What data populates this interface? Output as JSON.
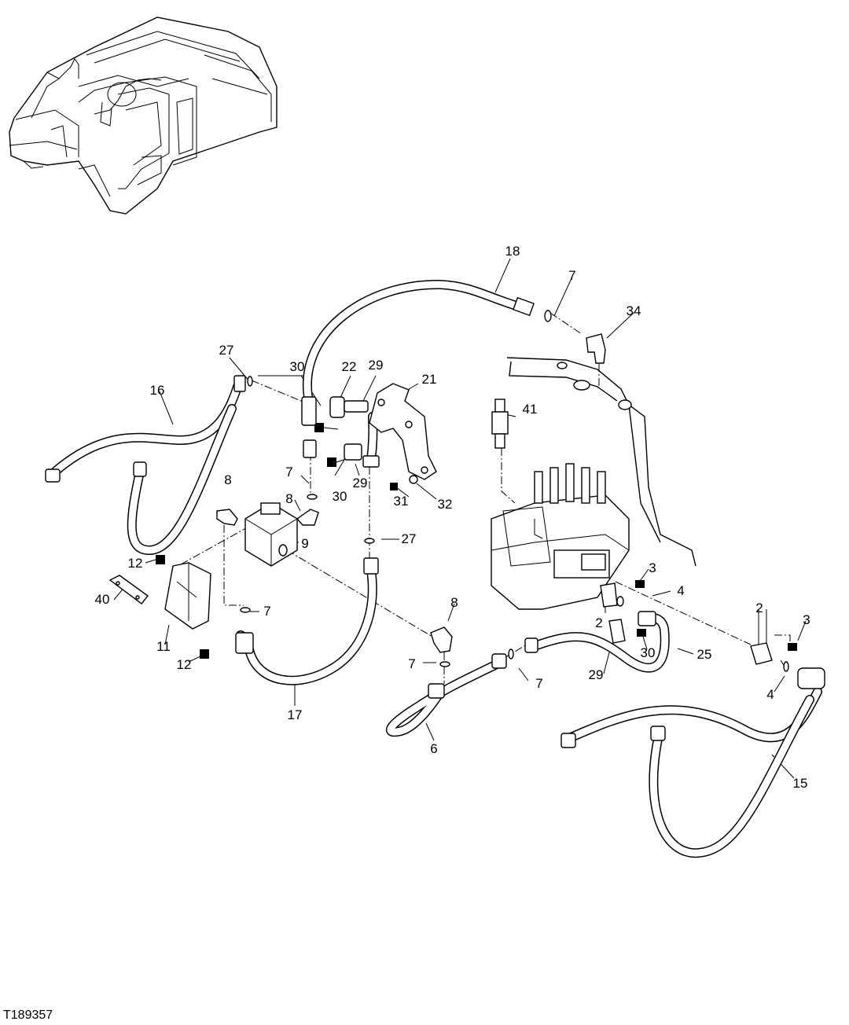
{
  "figure": {
    "reference": "T189357"
  },
  "callouts": [
    {
      "id": "c18",
      "text": "18"
    },
    {
      "id": "c7a",
      "text": "7"
    },
    {
      "id": "c34",
      "text": "34"
    },
    {
      "id": "c27a",
      "text": "27"
    },
    {
      "id": "c30a",
      "text": "30"
    },
    {
      "id": "c22",
      "text": "22"
    },
    {
      "id": "c29a",
      "text": "29"
    },
    {
      "id": "c21",
      "text": "21"
    },
    {
      "id": "c16",
      "text": "16"
    },
    {
      "id": "c41",
      "text": "41"
    },
    {
      "id": "c7b",
      "text": "7"
    },
    {
      "id": "c30b",
      "text": "30"
    },
    {
      "id": "c29b",
      "text": "29"
    },
    {
      "id": "c8a",
      "text": "8"
    },
    {
      "id": "c8b",
      "text": "8"
    },
    {
      "id": "c31",
      "text": "31"
    },
    {
      "id": "c32",
      "text": "32"
    },
    {
      "id": "c9",
      "text": "9"
    },
    {
      "id": "c27b",
      "text": "27"
    },
    {
      "id": "c12a",
      "text": "12"
    },
    {
      "id": "c3a",
      "text": "3"
    },
    {
      "id": "c4a",
      "text": "4"
    },
    {
      "id": "c2a",
      "text": "2"
    },
    {
      "id": "c3b",
      "text": "3"
    },
    {
      "id": "c40",
      "text": "40"
    },
    {
      "id": "c7c",
      "text": "7"
    },
    {
      "id": "c8c",
      "text": "8"
    },
    {
      "id": "c2b",
      "text": "2"
    },
    {
      "id": "c11",
      "text": "11"
    },
    {
      "id": "c12b",
      "text": "12"
    },
    {
      "id": "c30c",
      "text": "30"
    },
    {
      "id": "c25",
      "text": "25"
    },
    {
      "id": "c7d",
      "text": "7"
    },
    {
      "id": "c7e",
      "text": "7"
    },
    {
      "id": "c29c",
      "text": "29"
    },
    {
      "id": "c4b",
      "text": "4"
    },
    {
      "id": "c17",
      "text": "17"
    },
    {
      "id": "c6",
      "text": "6"
    },
    {
      "id": "c15",
      "text": "15"
    }
  ]
}
